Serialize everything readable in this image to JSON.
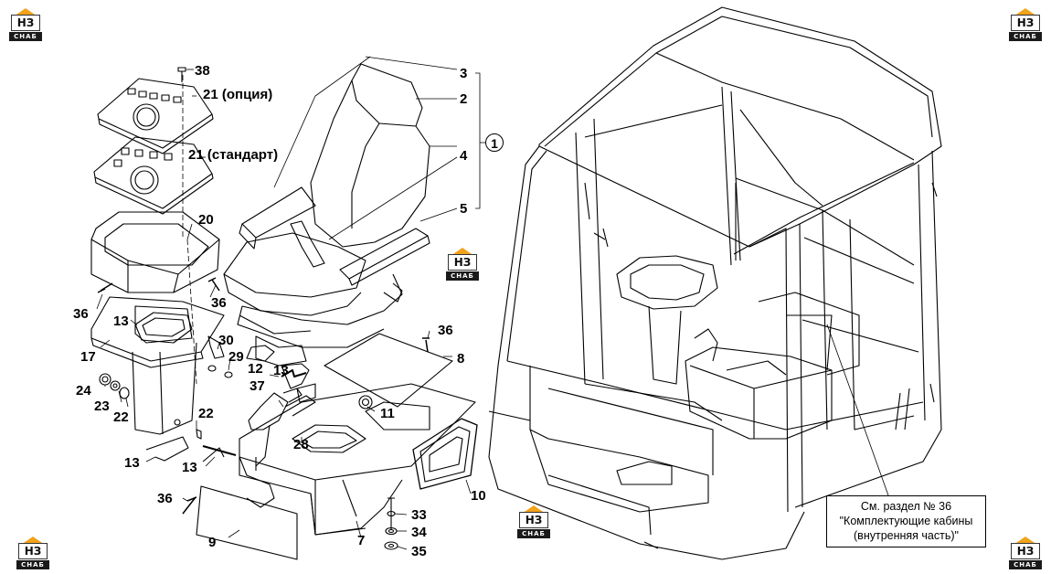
{
  "logo": {
    "mark": "НЗ",
    "sub": "СНАБ",
    "color": "#f2a21b"
  },
  "callouts": {
    "c1": "1",
    "c2": "2",
    "c3": "3",
    "c4": "4",
    "c5": "5",
    "c7": "7",
    "c8": "8",
    "c9": "9",
    "c10": "10",
    "c11": "11",
    "c12": "12",
    "c13a": "13",
    "c13b": "13",
    "c13c": "13",
    "c13d": "13",
    "c17": "17",
    "c20": "20",
    "c21opt": "21 (опция)",
    "c21std": "21 (стандарт)",
    "c22a": "22",
    "c22b": "22",
    "c23": "23",
    "c24": "24",
    "c28": "28",
    "c29": "29",
    "c30": "30",
    "c33": "33",
    "c34": "34",
    "c35": "35",
    "c36a": "36",
    "c36b": "36",
    "c36c": "36",
    "c36d": "36",
    "c37": "37",
    "c38": "38"
  },
  "note": {
    "line1": "См. раздел № 36",
    "line2": "\"Комплектующие кабины",
    "line3": "(внутренняя часть)\""
  }
}
